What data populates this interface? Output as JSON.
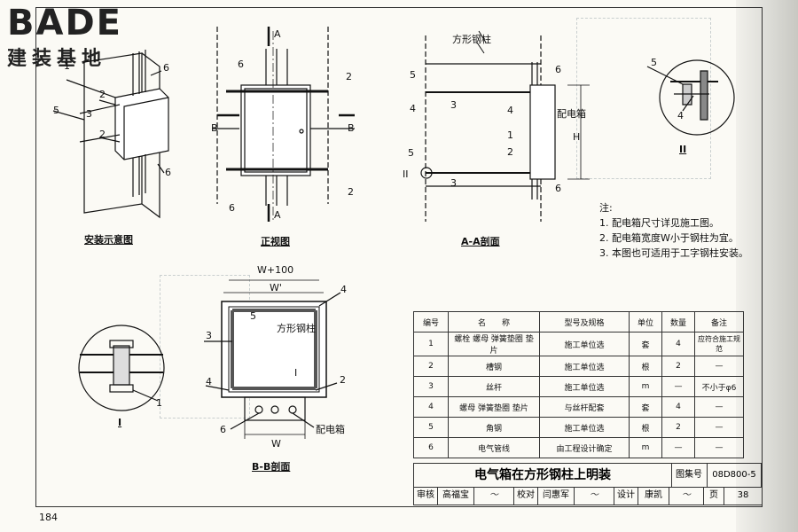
{
  "logo": {
    "brand": "BADE",
    "subtitle": "建装基地"
  },
  "page_number": "184",
  "views": {
    "install_caption": "安装示意图",
    "front_caption": "正视图",
    "aa_caption": "A-A剖面",
    "bb_caption": "B-B剖面",
    "detail_caption": "I",
    "detail2_caption": "II"
  },
  "labels": {
    "steel_column": "方形钢柱",
    "dist_box": "配电箱",
    "section_a": "A",
    "section_b": "B",
    "dim_h": "H",
    "dim_w": "W",
    "dim_wprime": "W'",
    "dim_w100": "W+100",
    "callouts": [
      "1",
      "2",
      "3",
      "4",
      "5",
      "6"
    ],
    "roman1": "I",
    "roman2": "II"
  },
  "notes": {
    "heading": "注:",
    "items": [
      "1. 配电箱尺寸详见施工图。",
      "2. 配电箱宽度W小于钢柱为宜。",
      "3. 本图也可适用于工字钢柱安装。"
    ]
  },
  "parts_table": {
    "headers": [
      "编号",
      "名　　称",
      "型号及规格",
      "单位",
      "数量",
      "备注"
    ],
    "rows": [
      [
        "1",
        "螺栓 螺母 弹簧垫圈 垫片",
        "施工单位选",
        "套",
        "4",
        "应符合施工规范"
      ],
      [
        "2",
        "槽钢",
        "施工单位选",
        "根",
        "2",
        "—"
      ],
      [
        "3",
        "丝杆",
        "施工单位选",
        "m",
        "—",
        "不小于φ6"
      ],
      [
        "4",
        "螺母 弹簧垫圈 垫片",
        "与丝杆配套",
        "套",
        "4",
        "—"
      ],
      [
        "5",
        "角钢",
        "施工单位选",
        "根",
        "2",
        "—"
      ],
      [
        "6",
        "电气管线",
        "由工程设计确定",
        "m",
        "—",
        "—"
      ]
    ]
  },
  "title_block": {
    "title": "电气箱在方形钢柱上明装",
    "atlas_label": "图集号",
    "atlas_no": "08D800-5",
    "review_label": "审核",
    "reviewer": "高福宝",
    "check_label": "校对",
    "checker": "闫惠军",
    "design_label": "设计",
    "designer": "康凯",
    "page_label": "页",
    "page": "38"
  }
}
